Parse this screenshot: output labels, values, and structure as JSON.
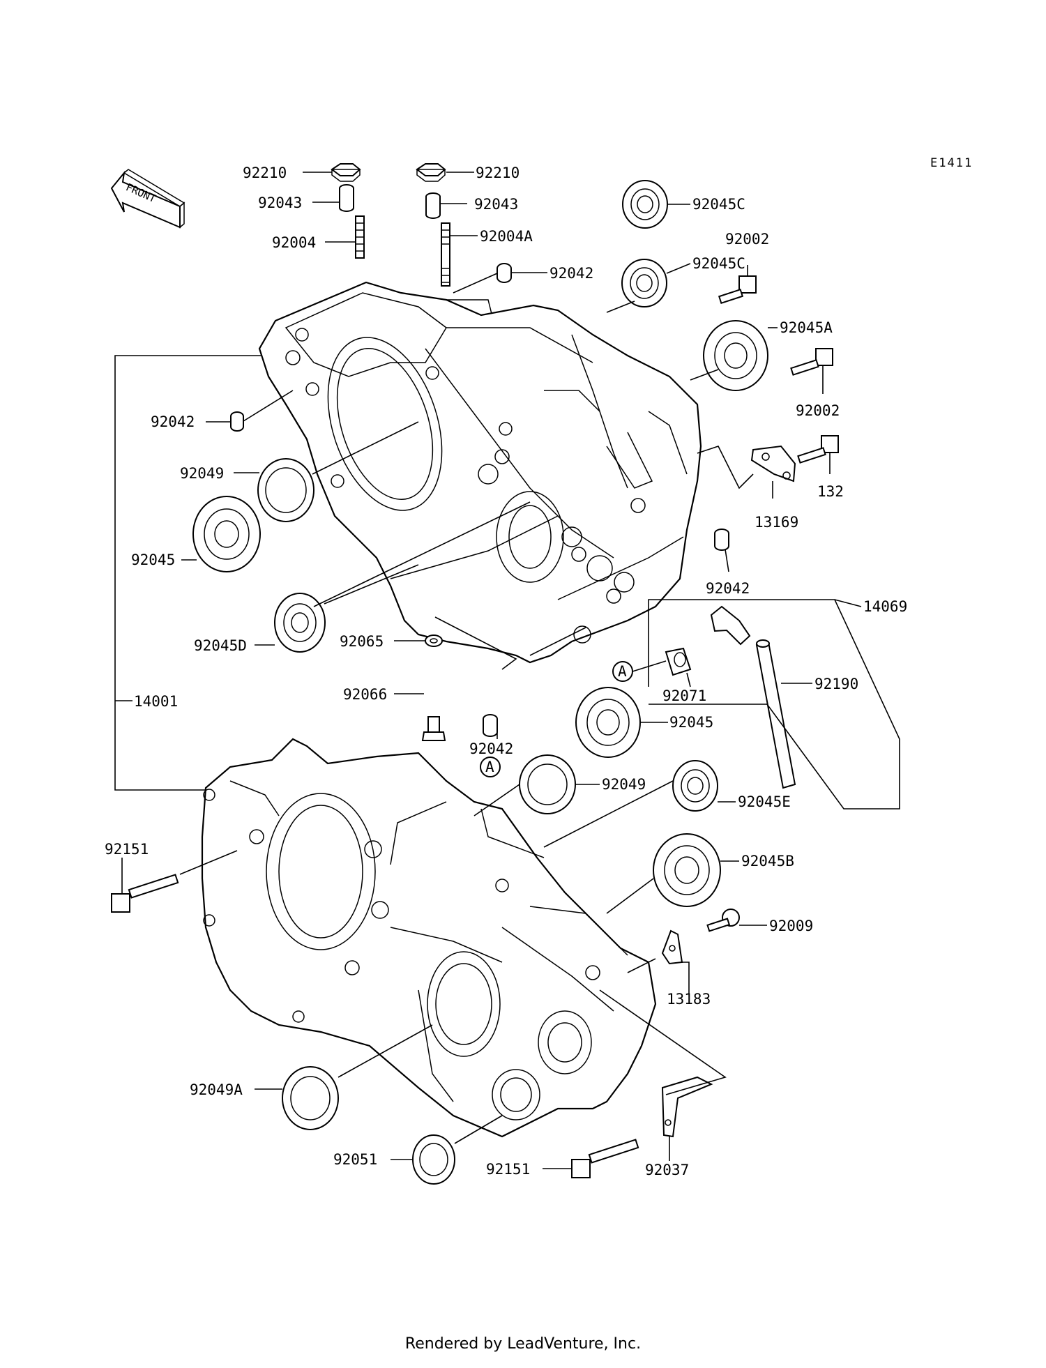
{
  "diagram_code": "E1411",
  "front_label": "FRONT",
  "circle_ref": "A",
  "parts": {
    "p92210_a": "92210",
    "p92210_b": "92210",
    "p92043_a": "92043",
    "p92043_b": "92043",
    "p92004": "92004",
    "p92004A": "92004A",
    "p92042_top": "92042",
    "p92045C_a": "92045C",
    "p92045C_b": "92045C",
    "p92002_a": "92002",
    "p92045A": "92045A",
    "p92002_b": "92002",
    "p92042_left": "92042",
    "p92049_upper": "92049",
    "p92045_left": "92045",
    "p132": "132",
    "p13169": "13169",
    "p92042_right": "92042",
    "p14069": "14069",
    "p92045D": "92045D",
    "p92065": "92065",
    "p92066": "92066",
    "p92071": "92071",
    "p92190": "92190",
    "p14001": "14001",
    "p92042_mid": "92042",
    "p92045_mid": "92045",
    "p92049_lower": "92049",
    "p92045E": "92045E",
    "p92151_left": "92151",
    "p92045B": "92045B",
    "p92009": "92009",
    "p13183": "13183",
    "p92049A": "92049A",
    "p92051": "92051",
    "p92151_bottom": "92151",
    "p92037": "92037"
  },
  "footer": "Rendered by LeadVenture, Inc."
}
